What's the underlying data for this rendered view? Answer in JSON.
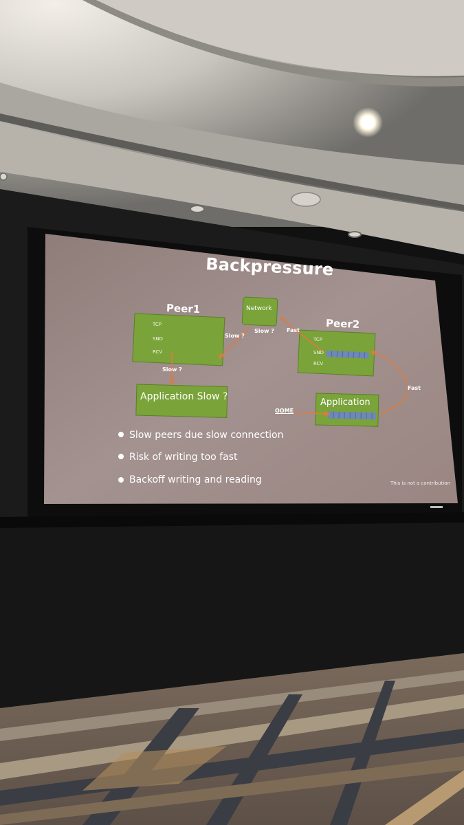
{
  "slide": {
    "title": "Backpressure",
    "diagram": {
      "peer1": {
        "label": "Peer1",
        "rows": [
          "TCP",
          "SND",
          "RCV"
        ]
      },
      "peer2": {
        "label": "Peer2",
        "rows": [
          "TCP",
          "SND",
          "RCV"
        ]
      },
      "network": "Network",
      "application_slow": "Application Slow ?",
      "application": "Application",
      "edges": {
        "peer1_network": "Slow ?",
        "network_peer1": "Slow ?",
        "network_peer2": "Fast",
        "peer1_app": "Slow ?",
        "app_peer2": "Fast",
        "oome": "OOME"
      }
    },
    "bullets": [
      "Slow peers due slow connection",
      "Risk of writing too fast",
      "Backoff writing and reading"
    ],
    "disclaimer": "This is not a contribution"
  },
  "colors": {
    "slide_bg": "#9c8a86",
    "box_green": "#7aa33a",
    "arrow_orange": "#e07a3c",
    "buffer_blue": "#6e88b8"
  }
}
